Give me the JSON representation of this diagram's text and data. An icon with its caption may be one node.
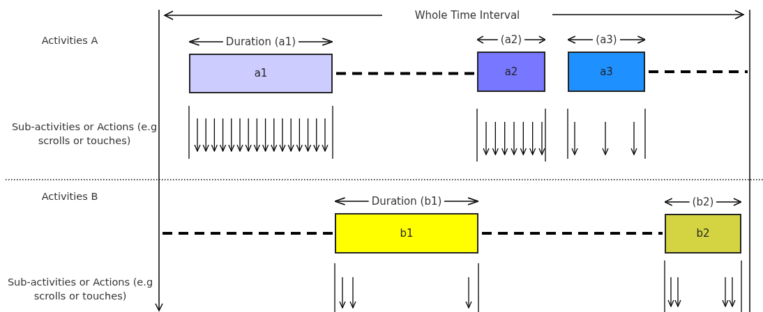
{
  "diagram": {
    "title": "Whole Time Interval",
    "nodes": [
      {
        "text": [
          "a1"
        ],
        "beside": [
          "Duration (a1)"
        ]
      },
      {
        "text": [
          "a2"
        ],
        "beside": [
          "(a2)"
        ]
      },
      {
        "text": [
          "a3"
        ],
        "beside": [
          "(a3)"
        ]
      },
      {
        "text": [
          "b1"
        ],
        "beside": [
          "Duration (b1)"
        ]
      },
      {
        "text": [
          "b2"
        ],
        "beside": [
          "(b2)"
        ]
      }
    ],
    "edges": [
      {
        "from": 0,
        "to": 1,
        "arrow": "none",
        "style": "dashed"
      },
      {
        "from": 2,
        "to": null,
        "arrow": "none",
        "style": "dashed"
      },
      {
        "from": null,
        "to": 3,
        "arrow": "none",
        "style": "dashed"
      },
      {
        "from": 3,
        "to": 4,
        "arrow": "none",
        "style": "dashed"
      }
    ],
    "labels": [
      "Activities A",
      "Sub-activities or Actions (e.g scrolls or touches)",
      "Activities B",
      "Sub-activities or Actions (e.g scrolls or touches)"
    ]
  }
}
